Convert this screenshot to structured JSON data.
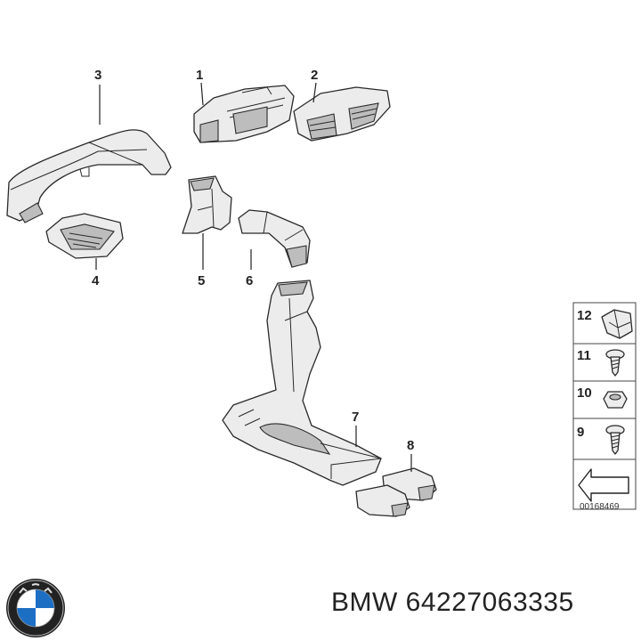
{
  "callouts": [
    "1",
    "2",
    "3",
    "4",
    "5",
    "6",
    "7",
    "8"
  ],
  "side_panel": {
    "numbers": [
      "12",
      "11",
      "10",
      "9"
    ],
    "code": "00168469"
  },
  "caption": "BMW 64227063335",
  "icons": {
    "logo": "bmw-roundel-logo",
    "arrow": "direction-arrow-icon",
    "clip": "clip-icon",
    "screw": "screw-icon",
    "nut": "nut-icon",
    "bolt": "bolt-icon"
  },
  "colors": {
    "logo_blue": "#1d6fc4",
    "logo_ring": "#222222"
  }
}
